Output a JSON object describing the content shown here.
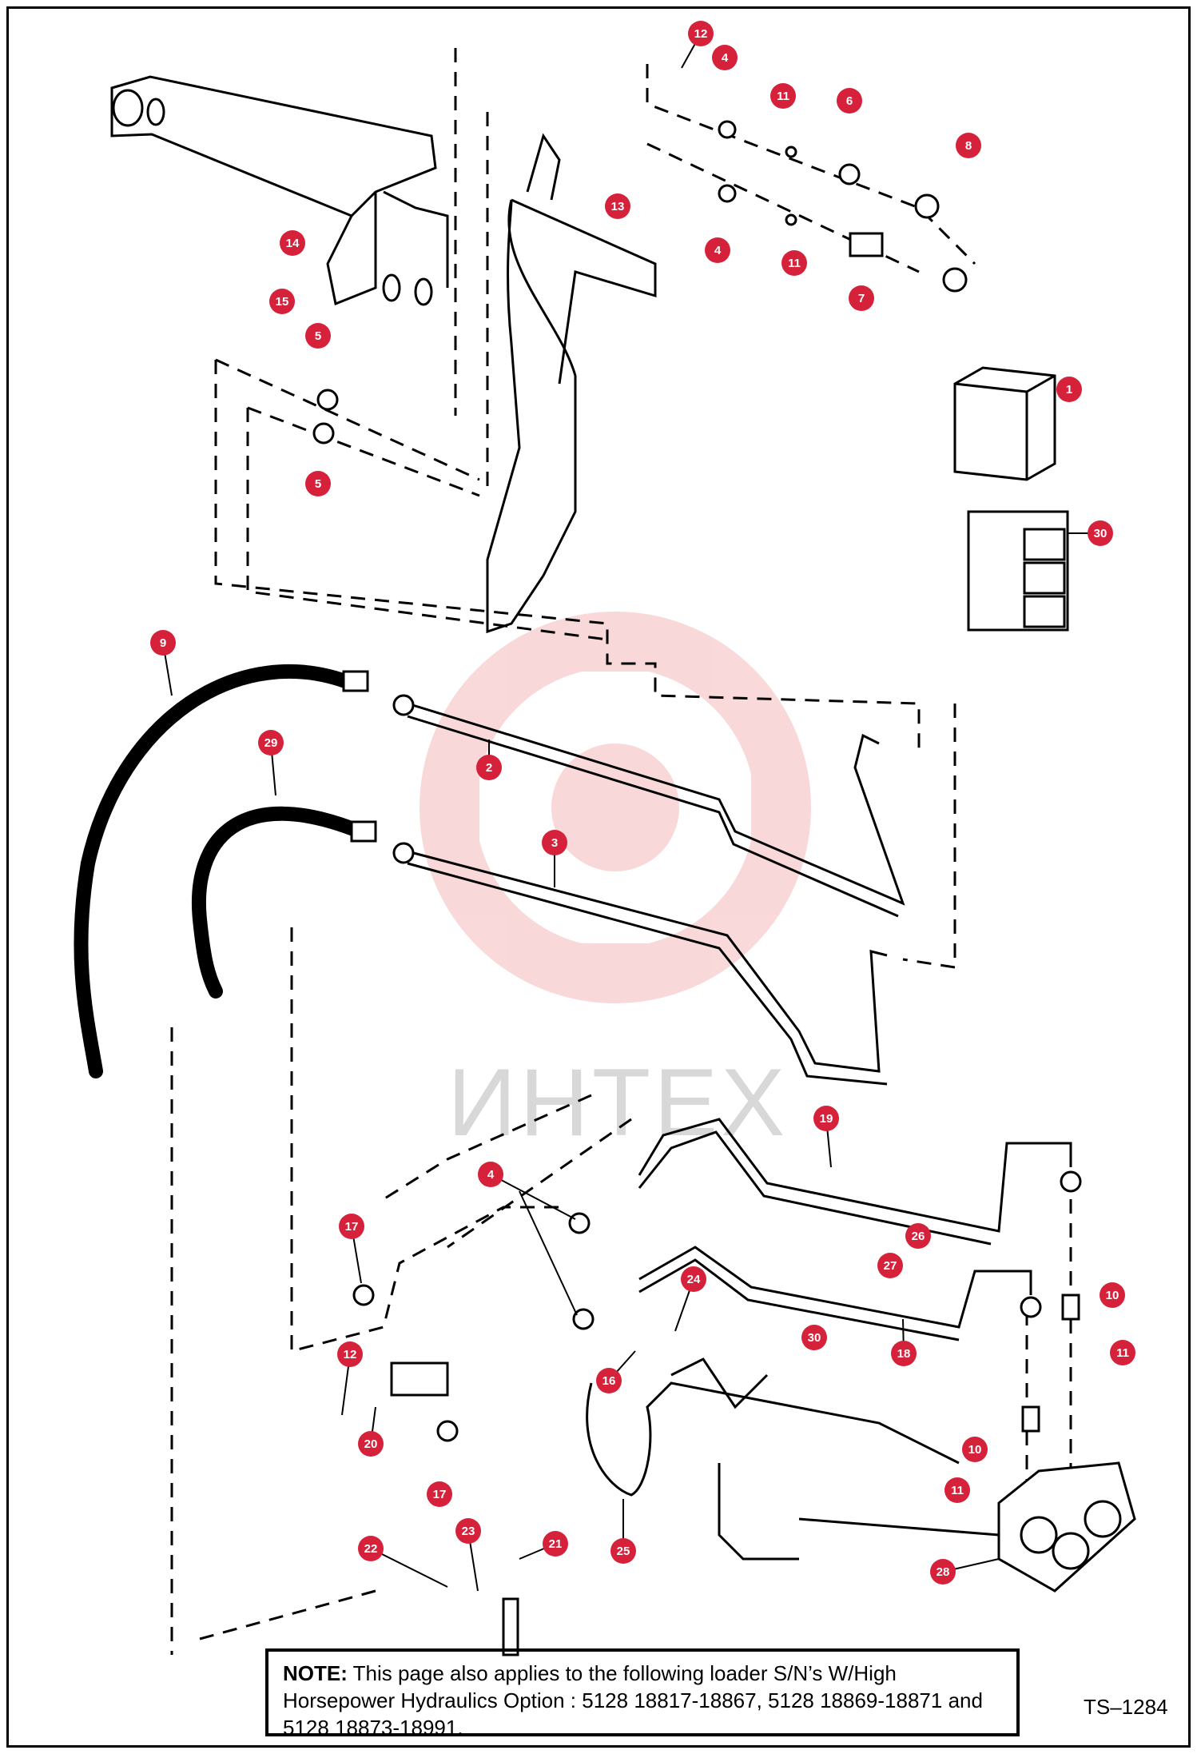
{
  "watermark": {
    "text": "ИНТЕХ"
  },
  "note": {
    "label": "NOTE:",
    "text": " This page also applies to the following loader S/N’s W/High Horsepower Hydraulics Option : 5128 18817-18867, 5128 18869-18871 and 5128 18873-18991."
  },
  "drawing_code": "TS–1284",
  "colors": {
    "callout": "#d6213a",
    "line": "#000000",
    "watermark_gear": "#f6c7c7"
  },
  "callouts": {
    "c12a": "12",
    "c4a": "4",
    "c11a": "11",
    "c6": "6",
    "c8": "8",
    "c13": "13",
    "c4b": "4",
    "c11b": "11",
    "c7": "7",
    "c14": "14",
    "c15": "15",
    "c5a": "5",
    "c5b": "5",
    "c1": "1",
    "c30a": "30",
    "c9": "9",
    "c29": "29",
    "c2": "2",
    "c3": "3",
    "c19": "19",
    "c4c": "4",
    "c26": "26",
    "c27": "27",
    "c24": "24",
    "c10a": "10",
    "c30b": "30",
    "c18": "18",
    "c11c": "11",
    "c17a": "17",
    "c12b": "12",
    "c16": "16",
    "c20": "20",
    "c10b": "10",
    "c11d": "11",
    "c17b": "17",
    "c23": "23",
    "c22": "22",
    "c21": "21",
    "c25": "25",
    "c28": "28"
  }
}
